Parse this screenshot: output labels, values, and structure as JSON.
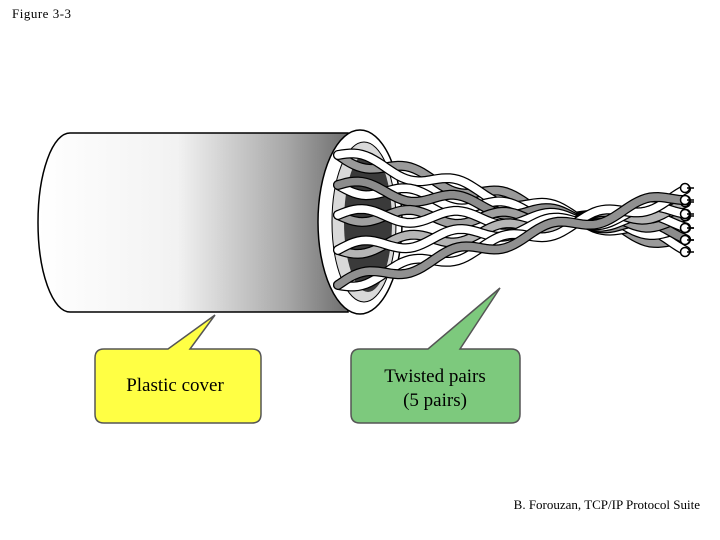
{
  "figure_label": "Figure 3-3",
  "credit": "B. Forouzan, TCP/IP Protocol Suite",
  "callouts": {
    "plastic_cover": {
      "label": "Plastic cover",
      "color": "#ffff44"
    },
    "twisted_pairs": {
      "line1": "Twisted pairs",
      "line2": "(5 pairs)",
      "color": "#7dc97d"
    }
  },
  "pair_count": 5
}
